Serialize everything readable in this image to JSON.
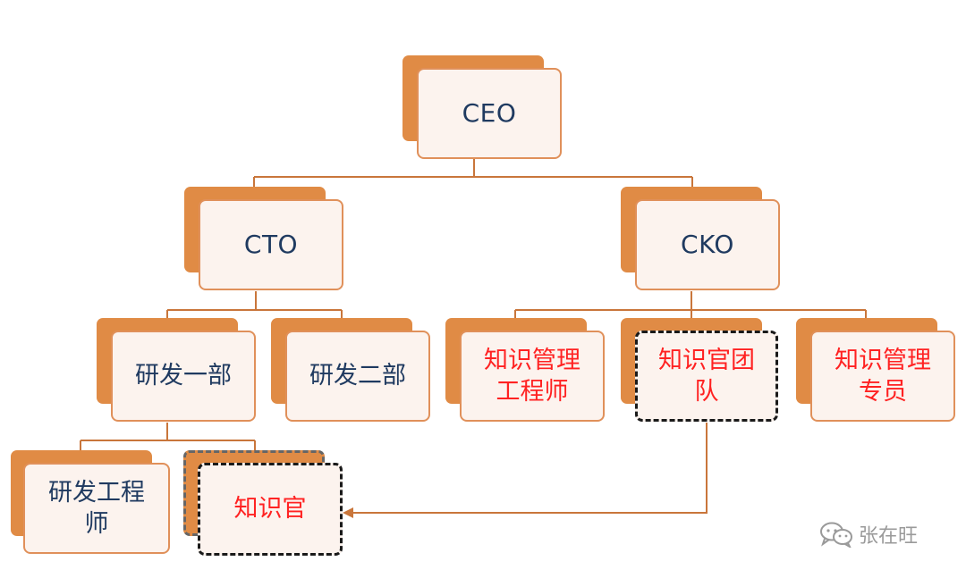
{
  "diagram": {
    "nodes": {
      "ceo": "CEO",
      "cto": "CTO",
      "cko": "CKO",
      "rd1": "研发一部",
      "rd2": "研发二部",
      "km_engineer": "知识管理\n工程师",
      "ko_team": "知识官团\n队",
      "km_specialist": "知识管理\n专员",
      "rd_engineer": "研发工程\n师",
      "knowledge_officer": "知识官"
    },
    "colors": {
      "back_fill": "#e08b45",
      "front_fill": "#fcf3ee",
      "front_border": "#e0905a",
      "connector": "#c9763b",
      "navy_text": "#1f3a60",
      "red_text": "#ff2222"
    }
  },
  "watermark": {
    "icon": "wechat-icon",
    "text": "张在旺"
  }
}
